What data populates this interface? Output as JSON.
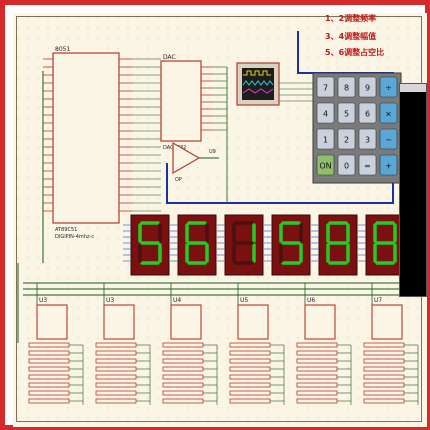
{
  "notes": {
    "line1": "1、2调整频率",
    "line2": "3、4调整幅值",
    "line3": "5、6调整占空比"
  },
  "mcu": {
    "ref": "8051",
    "part": "AT89C51",
    "footer": "DIGIPIN-4mhz-c"
  },
  "dac": {
    "ref": "DAC",
    "part": "DAC0832"
  },
  "opamp": {
    "ref": "U9",
    "part": "OP"
  },
  "keypad": {
    "keys": [
      "7",
      "8",
      "9",
      "÷",
      "4",
      "5",
      "6",
      "×",
      "1",
      "2",
      "3",
      "−",
      "ON",
      "0",
      "=",
      "+"
    ],
    "clear_key_color": "#8fbf6a"
  },
  "display": {
    "digits": [
      "5",
      "6",
      "1",
      "5",
      "8",
      "8"
    ]
  },
  "counters": [
    {
      "ref": "U3"
    },
    {
      "ref": "U3"
    },
    {
      "ref": "U4"
    },
    {
      "ref": "U5"
    },
    {
      "ref": "U6"
    },
    {
      "ref": "U7"
    }
  ],
  "colors": {
    "wire": "#1a5c1a",
    "bus": "#1a2fa8",
    "component": "#b53a2a",
    "segment_on": "#22cc22",
    "display_bg": "#7a1010"
  }
}
